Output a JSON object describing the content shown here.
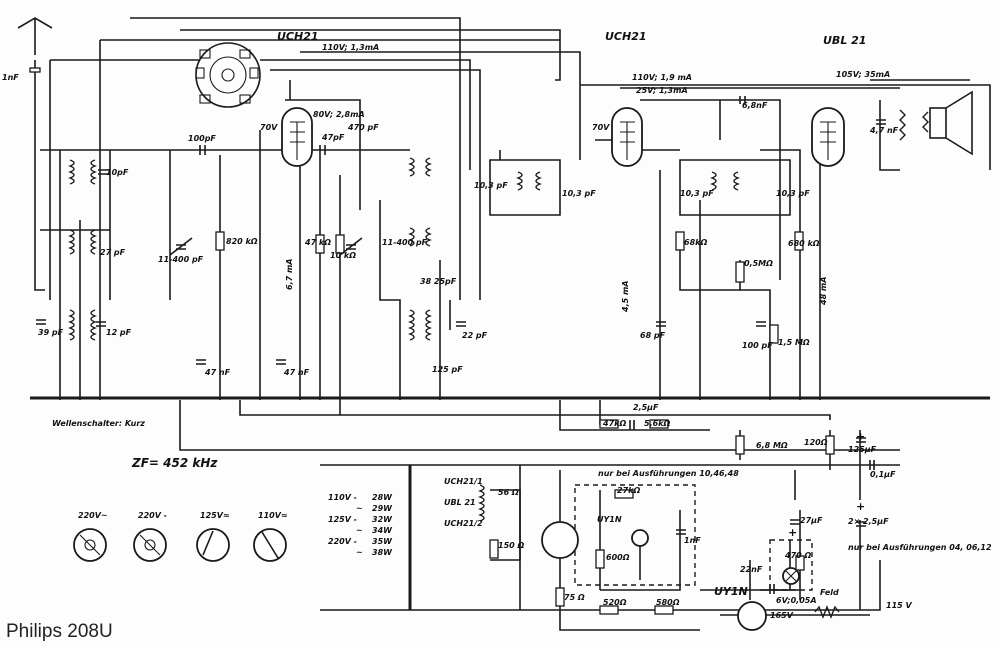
{
  "caption": "Philips 208U",
  "tubes": {
    "uch21_a": "UCH21",
    "uch21_b": "UCH21",
    "ubl21": "UBL 21",
    "uy1n_inner": "UY1N",
    "uy1n_outer": "UY1N"
  },
  "voltages": {
    "v_110_13": "110V; 1,3mA",
    "v_80_28": "80V; 2,8mA",
    "v_110_19": "110V; 1,9 mA",
    "v_25_13": "25V; 1,3mA",
    "v_105_35": "105V; 35mA",
    "v70_a": "70V",
    "v70_b": "70V",
    "ma_67": "6,7 mA",
    "ma_45": "4,5 mA",
    "ma_48": "48 mA",
    "v_115": "115 V",
    "v_165": "165V",
    "fuse": "6V;0,05A"
  },
  "components": {
    "c_1nf_ant": "1nF",
    "c_10pf": "10pF",
    "c_27pf": "27 pF",
    "c_39pf": "39 pF",
    "c_12pf": "12 pF",
    "c_100pf": "100pF",
    "c_11_400_a": "11-400 pF",
    "r_820k": "820 kΩ",
    "c_47nf_a": "47 nF",
    "c_47nf_b": "47 nF",
    "r_47k": "47 kΩ",
    "r_10k": "10 kΩ",
    "c_47pf": "47pF",
    "c_470pf": "470 pF",
    "c_11_400_b": "11-400 pF",
    "c_3825pf": "38 25pF",
    "c_22pf": "22 pF",
    "c_125pf": "125 pF",
    "c_103_a": "10,3 pF",
    "c_103_b": "10,3 pF",
    "c_103_c": "10,3 pF",
    "c_103_d": "10,3 pF",
    "c_68pf": "68 pF",
    "c_68nf": "6,8nF",
    "r_68k": "68kΩ",
    "pot_05m": "0,5MΩ",
    "c_100pf_b": "100 pF",
    "r_15m": "1,5 MΩ",
    "r_680k": "680 kΩ",
    "c_47nf_c": "4,7 nF",
    "c_25uf": "2,5µF",
    "r_47k_b": "47kΩ",
    "c_56k": "5,6kΩ",
    "r_68m": "6,8 MΩ",
    "r_120": "120Ω",
    "c_125uf": "125µF",
    "c_01uf": "0,1µF",
    "c_27uf": "27µF",
    "c_2x25uf": "2× 2,5µF",
    "r_470": "470 Ω",
    "c_22nf": "22nF",
    "r_27k": "27kΩ",
    "r_600": "600Ω",
    "c_1nf_b": "1nF",
    "r_520": "520Ω",
    "r_580": "580Ω",
    "r_75": "75 Ω",
    "r_56": "56 Ω",
    "r_150": "150 Ω",
    "feld": "Feld",
    "plus_a": "+",
    "plus_b": "+",
    "plus_c": "+"
  },
  "notes": {
    "switch": "Wellenschalter: Kurz",
    "zf": "ZF= 452 kHz",
    "only_versions_top": "nur bei Ausführungen 10,46,48",
    "only_versions_bottom": "nur bei Ausführungen 04, 06,12"
  },
  "heater_chain": {
    "uch21_1": "UCH21/1",
    "ubl21": "UBL 21",
    "uch21_2": "UCH21/2"
  },
  "power_table": [
    {
      "v": "110V -",
      "w": "28W"
    },
    {
      "v": "~",
      "w": "29W"
    },
    {
      "v": "125V -",
      "w": "32W"
    },
    {
      "v": "~",
      "w": "34W"
    },
    {
      "v": "220V -",
      "w": "35W"
    },
    {
      "v": "~",
      "w": "38W"
    }
  ],
  "selector": [
    {
      "label": "220V~"
    },
    {
      "label": "220V -"
    },
    {
      "label": "125V≈"
    },
    {
      "label": "110V≈"
    }
  ]
}
